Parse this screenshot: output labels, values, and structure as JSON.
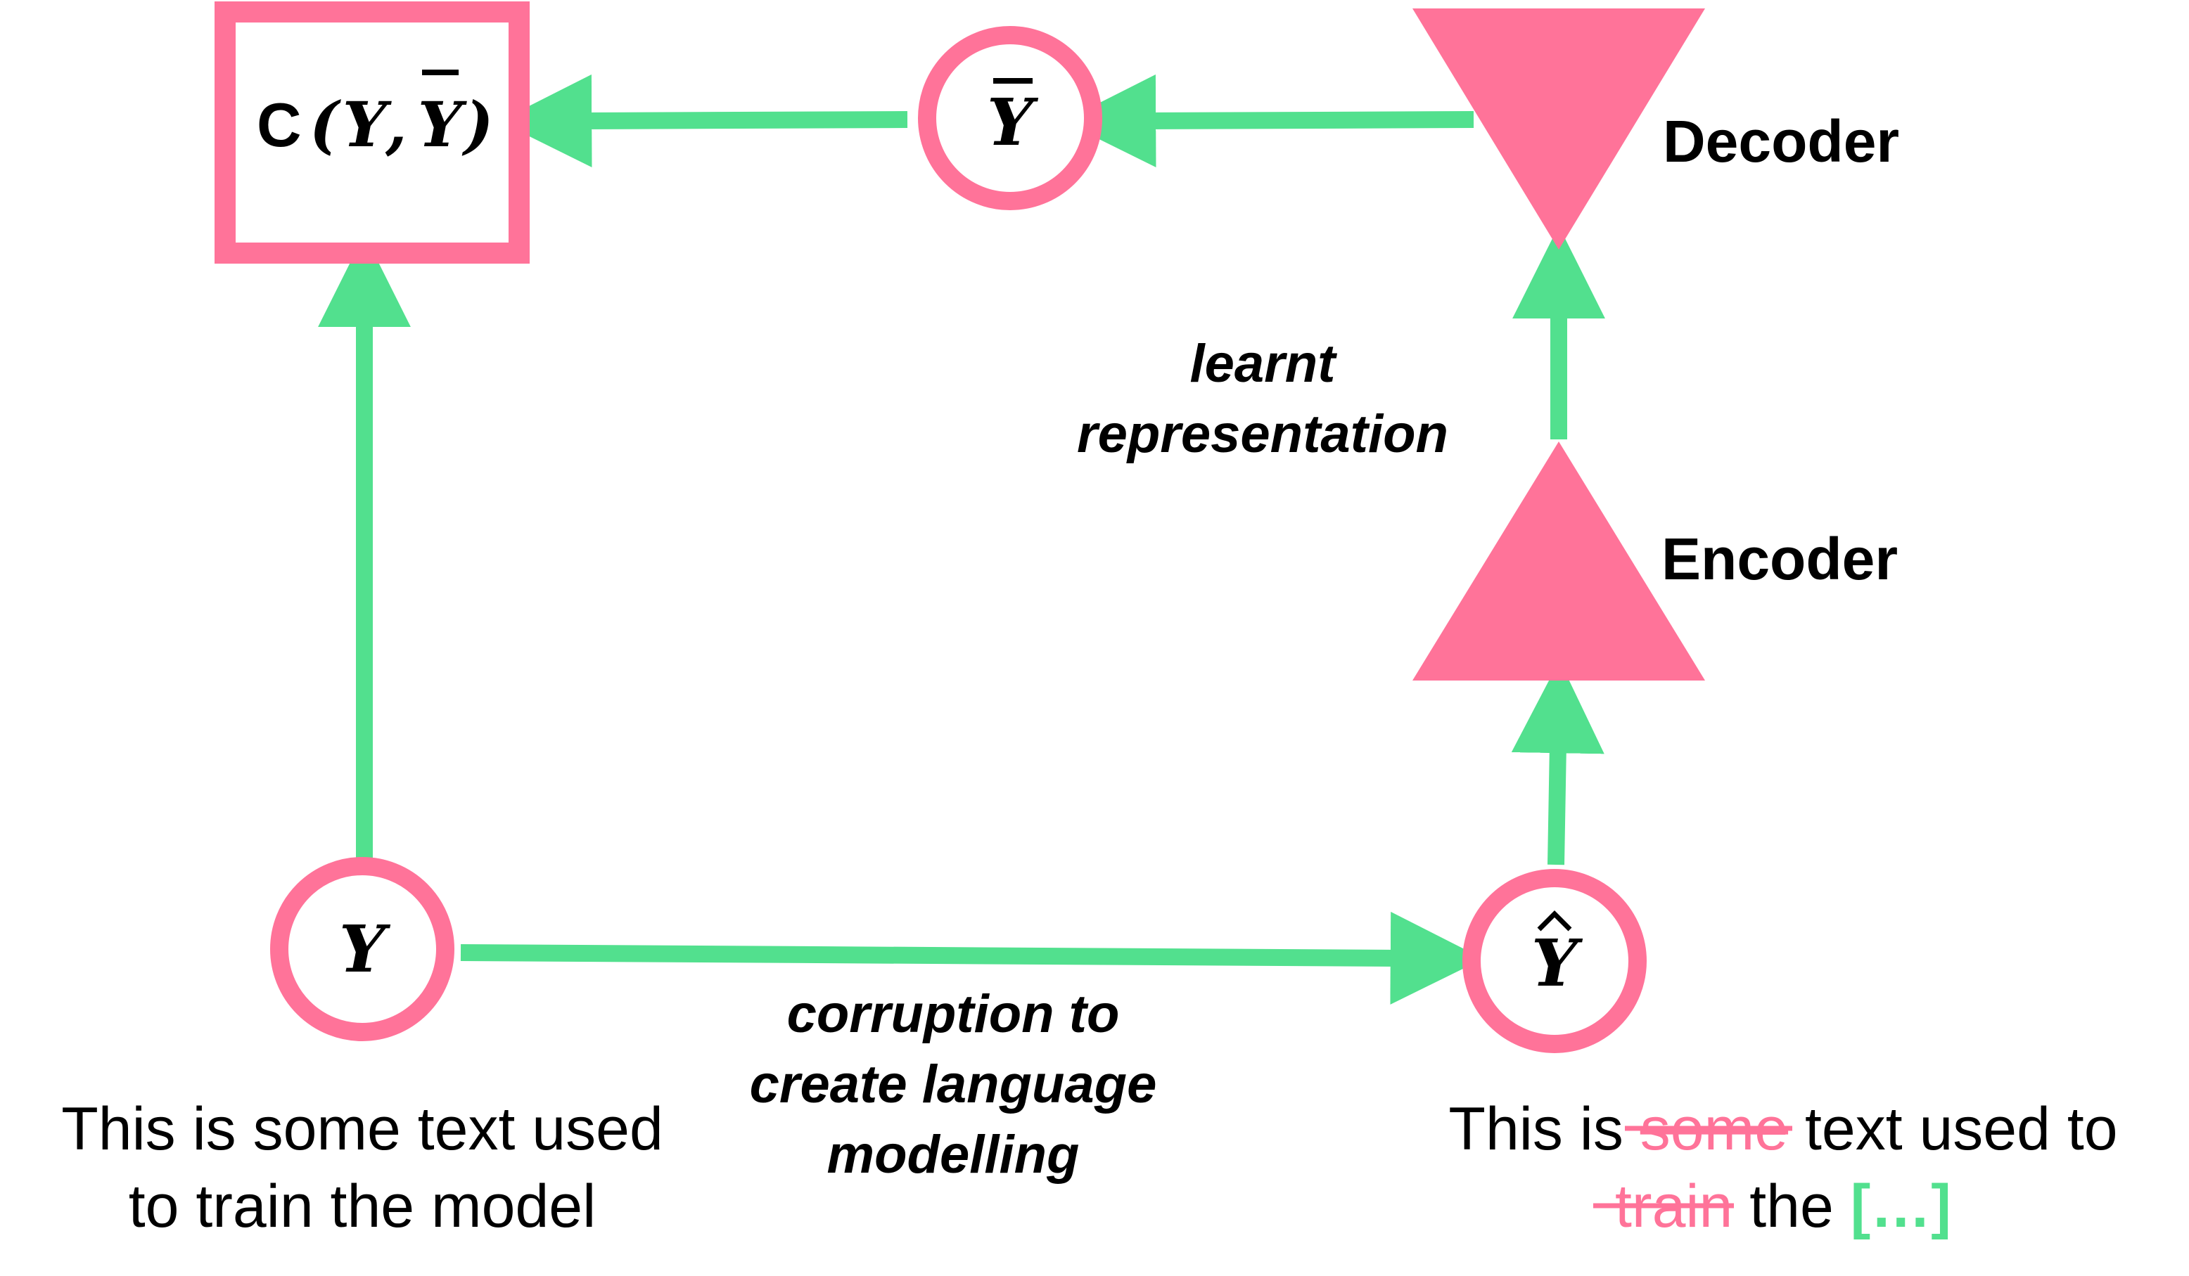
{
  "colors": {
    "pink": "#FF7399",
    "green": "#52E08E",
    "text": "#000000",
    "background": "#FFFFFF"
  },
  "nodes": {
    "cost_box": {
      "prefix": "C",
      "open_paren": "(",
      "var_a": "Y",
      "comma": ",",
      "var_b": "Y",
      "close_paren": ")",
      "var_b_accent": "bar"
    },
    "y_bar": {
      "symbol": "Y",
      "accent": "bar"
    },
    "y": {
      "symbol": "Y"
    },
    "y_hat": {
      "symbol": "Y",
      "accent": "hat"
    },
    "decoder": {
      "label": "Decoder",
      "shape": "inverted-triangle"
    },
    "encoder": {
      "label": "Encoder",
      "shape": "triangle"
    }
  },
  "annotations": {
    "representation": [
      "learnt",
      "representation"
    ],
    "corruption": [
      "corruption to",
      "create language",
      "modelling"
    ]
  },
  "captions": {
    "original": {
      "line1": "This is some text used",
      "line2": "to train the model"
    },
    "corrupted": {
      "line1_prefix": "This is ",
      "line1_struck": "some",
      "line1_suffix": " text used to",
      "line2_struck": "train",
      "line2_middle": " the ",
      "line2_mask": "[…]"
    }
  }
}
